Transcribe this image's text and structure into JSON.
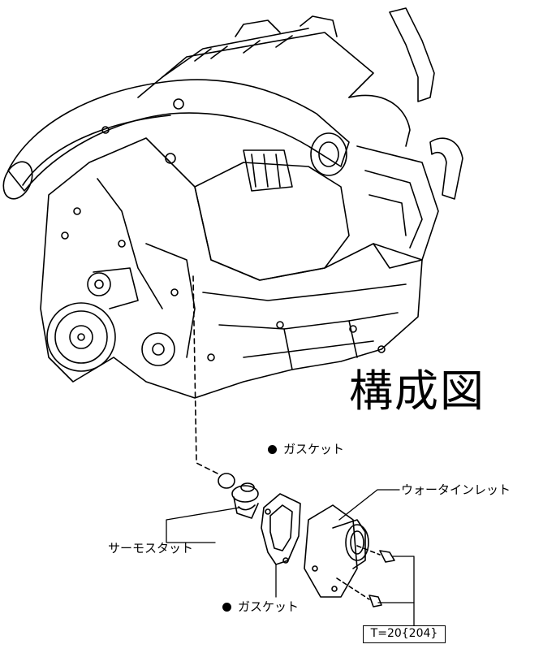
{
  "title": "構成図",
  "labels": {
    "gasket_top": "ガスケット",
    "water_inlet": "ウォータインレット",
    "thermostat": "サーモスタット",
    "gasket_bottom": "ガスケット",
    "torque": "T=20{204}"
  },
  "colors": {
    "line": "#000000",
    "background": "#ffffff"
  }
}
